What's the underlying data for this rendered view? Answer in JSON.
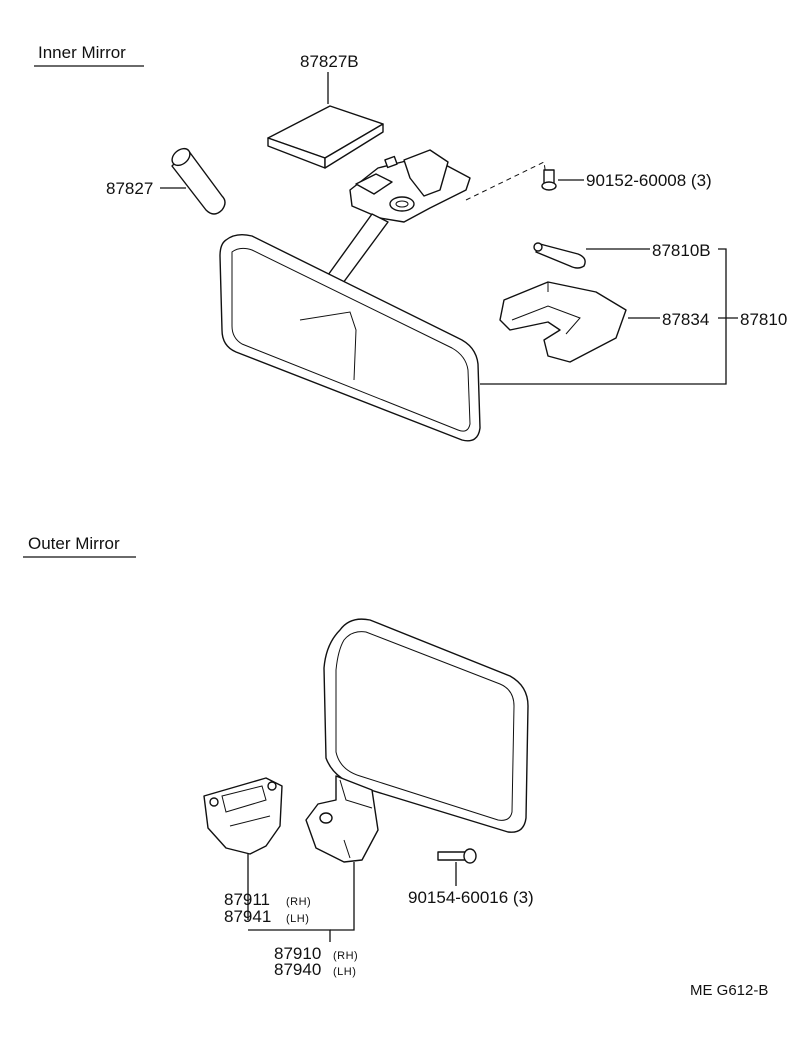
{
  "sections": {
    "inner": "Inner Mirror",
    "outer": "Outer Mirror"
  },
  "parts": {
    "p87827B": "87827B",
    "p87827": "87827",
    "p90152": "90152-60008 (3)",
    "p87810B": "87810B",
    "p87834": "87834",
    "p87810": "87810",
    "p90154": "90154-60016 (3)",
    "p87911": "87911",
    "p87911_side": "(RH)",
    "p87941": "87941",
    "p87941_side": "(LH)",
    "p87910": "87910",
    "p87910_side": "(RH)",
    "p87940": "87940",
    "p87940_side": "(LH)"
  },
  "code": "ME  G612-B"
}
